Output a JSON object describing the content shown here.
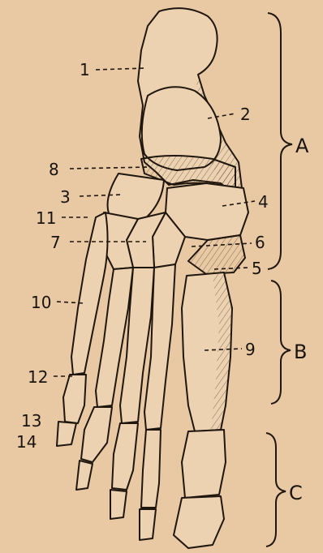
{
  "labels": {
    "n1": "1",
    "n2": "2",
    "n3": "3",
    "n4": "4",
    "n5": "5",
    "n6": "6",
    "n7": "7",
    "n8": "8",
    "n9": "9",
    "n10": "10",
    "n11": "11",
    "n12": "12",
    "n13": "13",
    "n14": "14"
  },
  "groups": {
    "a": "A",
    "b": "B",
    "c": "C"
  }
}
